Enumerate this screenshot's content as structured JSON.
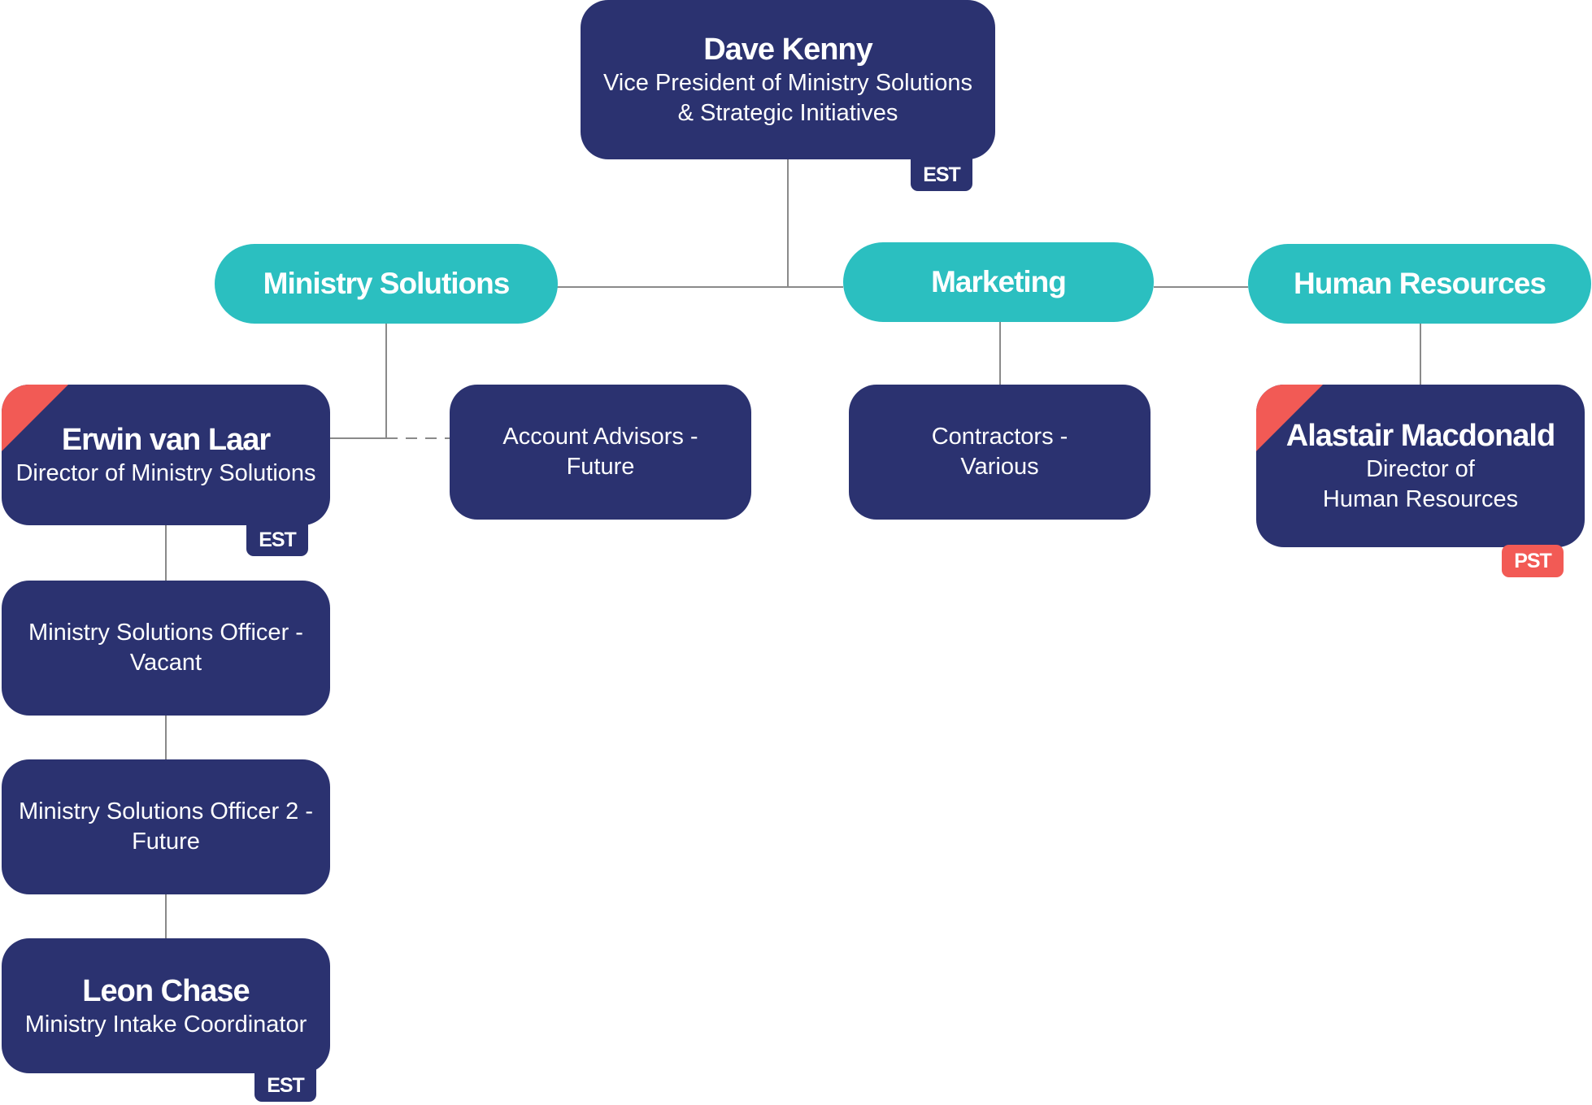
{
  "head": {
    "name": "Dave Kenny",
    "title_line1": "Vice President of Ministry Solutions",
    "title_line2": "& Strategic Initiatives",
    "timezone": "EST"
  },
  "departments": {
    "ministry_solutions": "Ministry Solutions",
    "marketing": "Marketing",
    "human_resources": "Human Resources"
  },
  "ministry_solutions": {
    "director": {
      "name": "Erwin van Laar",
      "title": "Director of Ministry Solutions",
      "timezone": "EST"
    },
    "account_advisors": {
      "line1": "Account Advisors -",
      "line2": "Future"
    },
    "officer": {
      "line1": "Ministry Solutions Officer -",
      "line2": "Vacant"
    },
    "officer2": {
      "line1": "Ministry Solutions Officer 2 -",
      "line2": "Future"
    },
    "intake": {
      "name": "Leon Chase",
      "title": "Ministry Intake Coordinator",
      "timezone": "EST"
    }
  },
  "marketing": {
    "contractors": {
      "line1": "Contractors -",
      "line2": "Various"
    }
  },
  "human_resources": {
    "director": {
      "name": "Alastair Macdonald",
      "title_line1": "Director of",
      "title_line2": "Human Resources",
      "timezone": "PST"
    }
  },
  "colors": {
    "navy": "#2b3270",
    "teal": "#2bbfc0",
    "coral": "#f25a55",
    "connector": "#8a8a8a"
  }
}
